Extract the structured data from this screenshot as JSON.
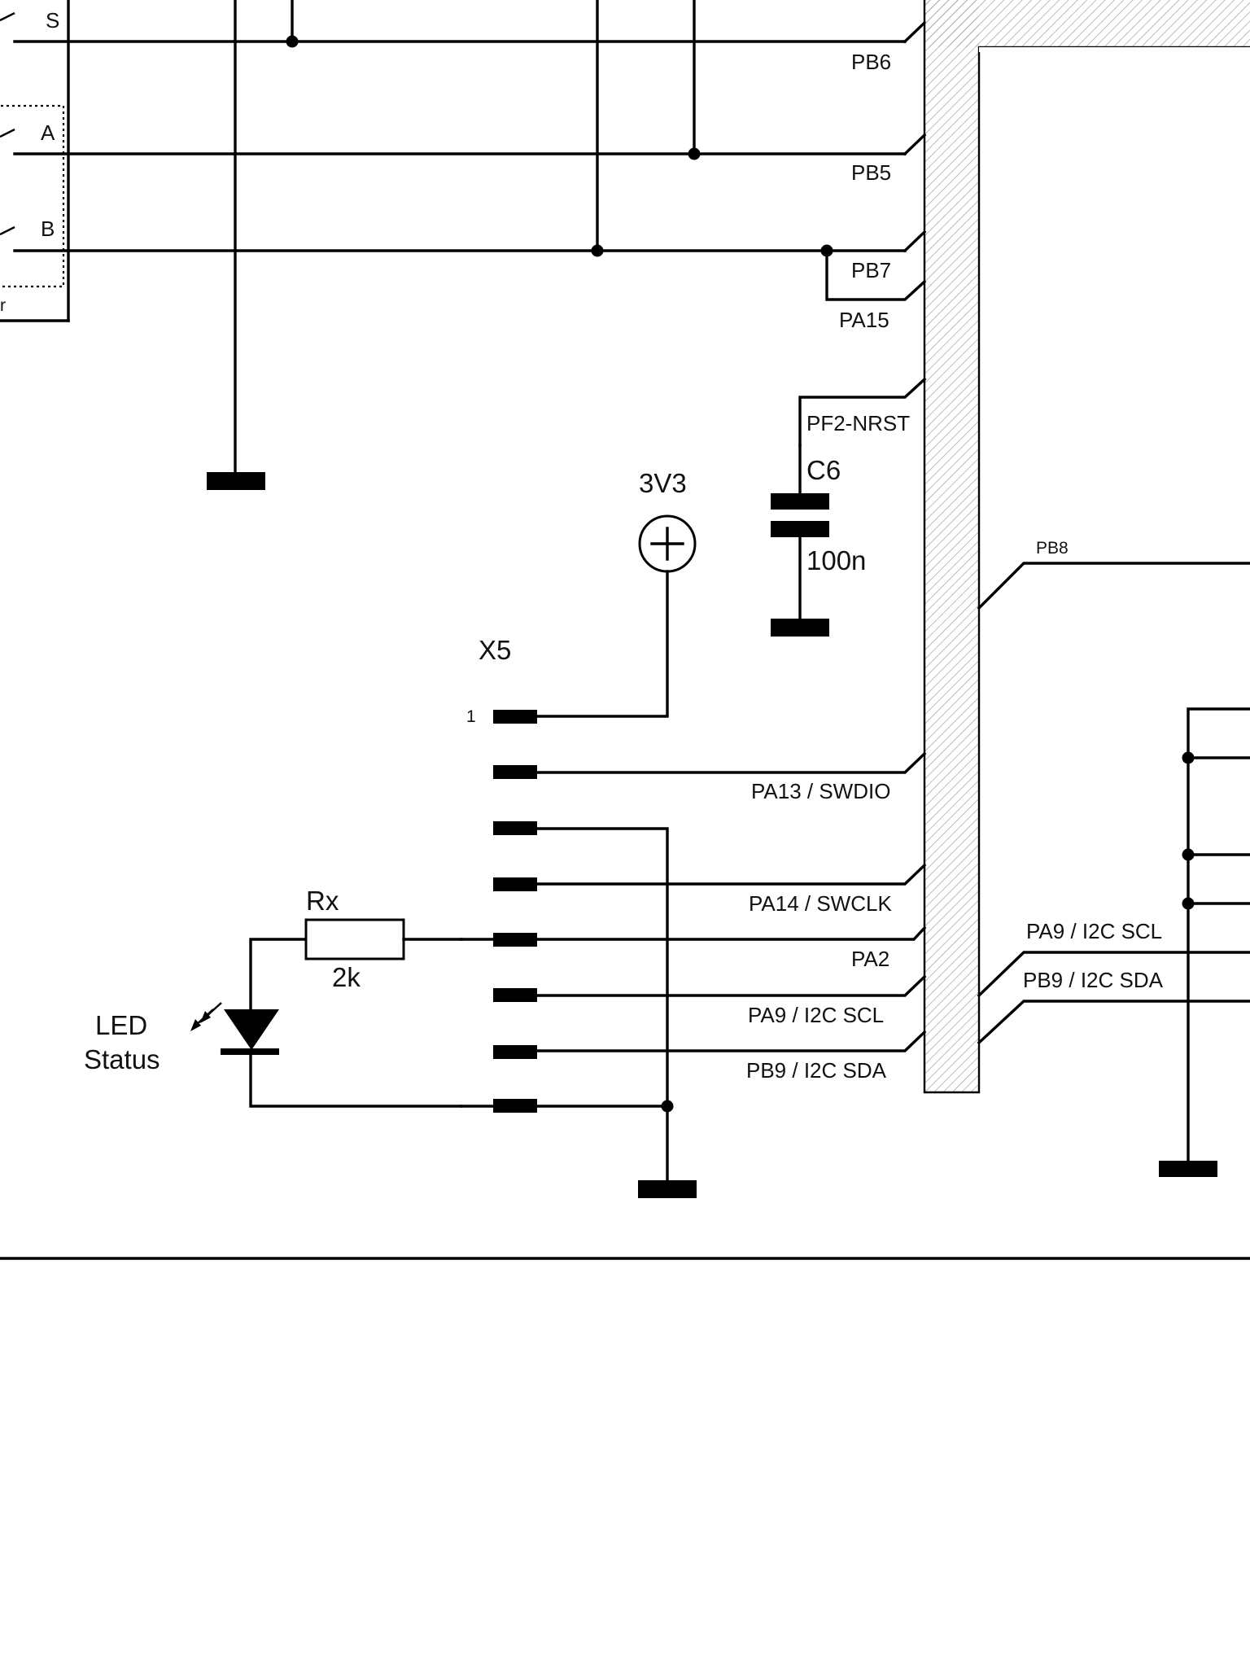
{
  "switch_labels": {
    "s": "S",
    "a": "A",
    "b": "B",
    "part": "r"
  },
  "left_pins": {
    "pb6": "PB6",
    "pb5": "PB5",
    "pb7": "PB7",
    "pa15": "PA15",
    "pf2_nrst": "PF2-NRST",
    "pa13": "PA13 / SWDIO",
    "pa14": "PA14 / SWCLK",
    "pa2": "PA2",
    "pa9": "PA9 / I2C SCL",
    "pb9": "PB9 / I2C SDA"
  },
  "right_pins": {
    "pb8": "PB8",
    "pa9": "PA9 / I2C SCL",
    "pb9": "PB9 / I2C SDA"
  },
  "capacitor": {
    "ref": "C6",
    "value": "100n"
  },
  "power": {
    "label": "3V3"
  },
  "connector": {
    "ref": "X5",
    "pin1": "1"
  },
  "resistor": {
    "ref": "Rx",
    "value": "2k"
  },
  "led": {
    "line1": "LED",
    "line2": "Status"
  }
}
